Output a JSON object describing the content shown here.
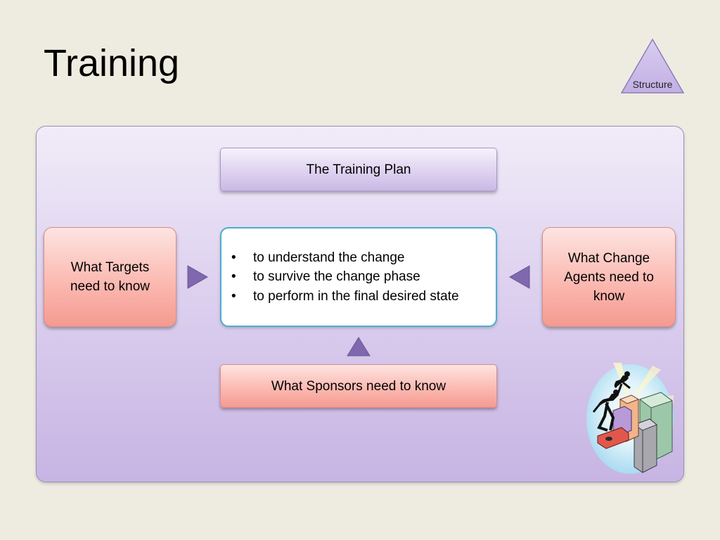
{
  "slide": {
    "title": "Training"
  },
  "badge": {
    "label": "Structure",
    "fill_color": "#c5b3e6",
    "stroke_color": "#8c7eb8"
  },
  "diagram": {
    "top_box": {
      "label": "The Training Plan"
    },
    "left_box": {
      "label": "What Targets need to know"
    },
    "right_box": {
      "label": "What Change Agents need to know"
    },
    "bottom_box": {
      "label": "What Sponsors need to know"
    },
    "center_box": {
      "bullets": [
        "to understand the change",
        "to survive the change phase",
        "to perform in the final desired state"
      ],
      "bullet_symbol": "•"
    },
    "colors": {
      "arrow": "#7f68ad",
      "center_border": "#4aaed0",
      "panel_gradient_top": "#f1ecf8",
      "panel_gradient_bottom": "#c7b4e3",
      "red_box_gradient_bottom": "#f59a90",
      "purple_box_gradient_bottom": "#cbb8e6"
    }
  },
  "clipart": {
    "icon": "businessman-climbing-skyscraper-icon"
  }
}
